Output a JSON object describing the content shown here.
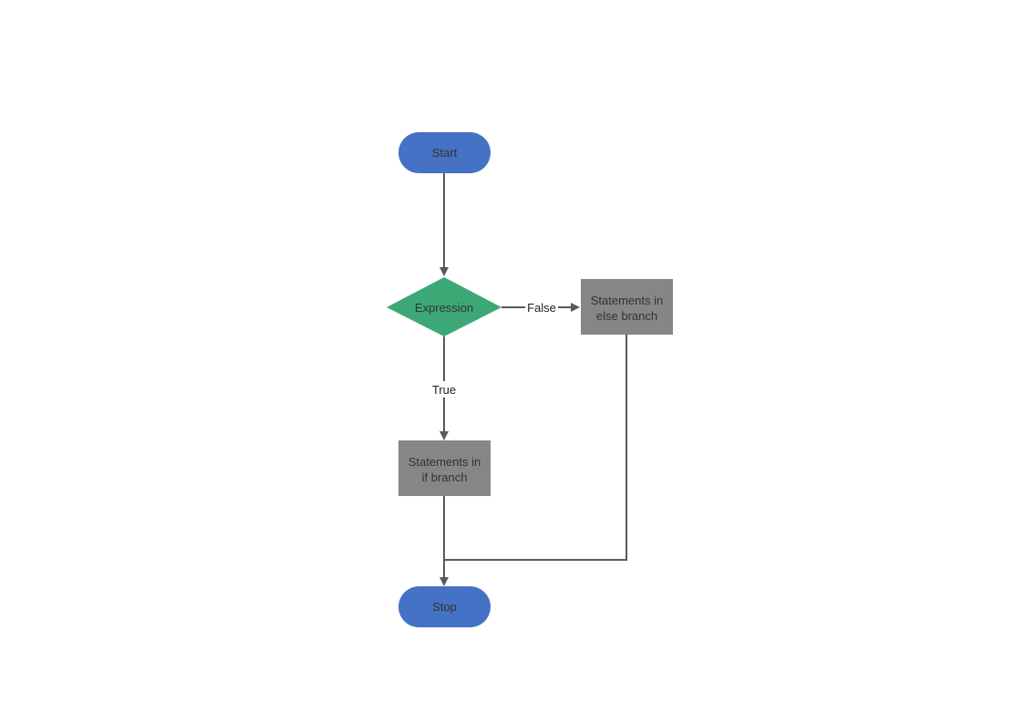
{
  "diagram": {
    "type": "flowchart",
    "colors": {
      "terminal": "#4472C4",
      "decision": "#3CA876",
      "process": "#868686",
      "edge": "#595959",
      "background": "#FFFFFF"
    },
    "nodes": {
      "start": {
        "label": "Start",
        "shape": "terminal"
      },
      "expression": {
        "label": "Expression",
        "shape": "decision"
      },
      "else_branch": {
        "line1": "Statements in",
        "line2": "else branch",
        "shape": "process"
      },
      "if_branch": {
        "line1": "Statements in",
        "line2": "if branch",
        "shape": "process"
      },
      "stop": {
        "label": "Stop",
        "shape": "terminal"
      }
    },
    "edges": {
      "false_label": "False",
      "true_label": "True"
    }
  }
}
